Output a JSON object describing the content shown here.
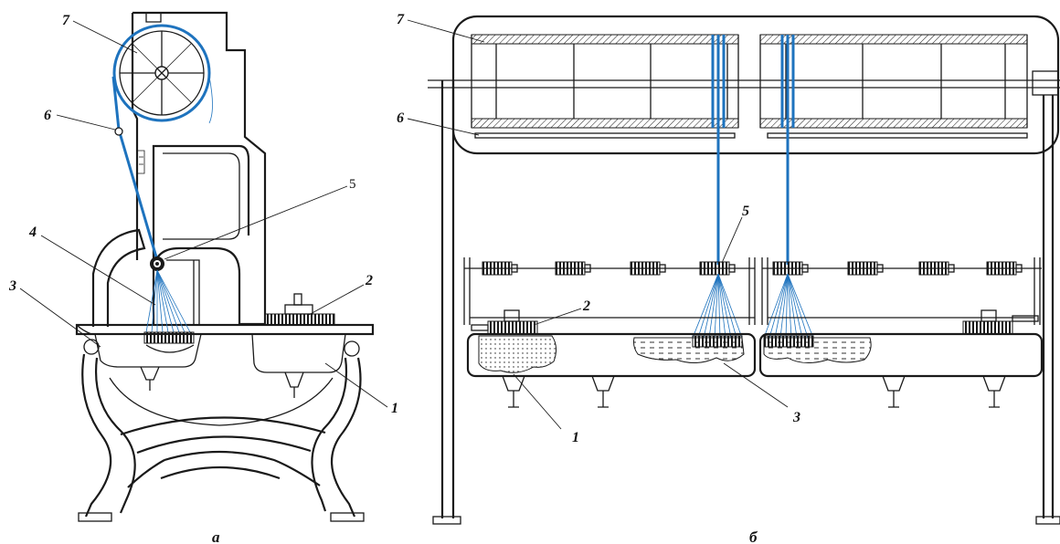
{
  "colors": {
    "ink": "#1a1a1a",
    "yarn": "#1e73be",
    "background": "#ffffff"
  },
  "panel_a": {
    "caption": "а",
    "labels": {
      "l1": "1",
      "l2": "2",
      "l3": "3",
      "l4": "4",
      "l5": "5",
      "l6": "6",
      "l7": "7"
    }
  },
  "panel_b": {
    "caption": "б",
    "labels": {
      "l1": "1",
      "l2": "2",
      "l3": "3",
      "l5": "5",
      "l6": "6",
      "l7": "7"
    }
  }
}
